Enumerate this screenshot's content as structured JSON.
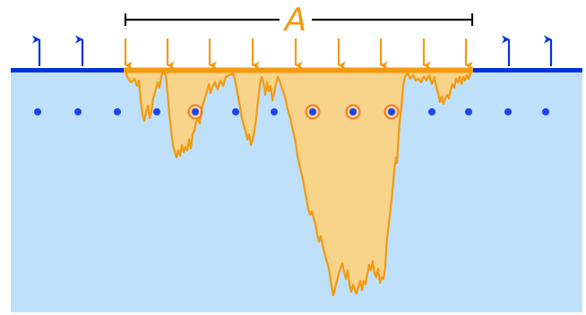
{
  "diagram": {
    "label": "A",
    "colors": {
      "background": "#ffffff",
      "medium": "#bfe0fb",
      "surface_line": "#0033dd",
      "intrusion_fill": "#f8d38a",
      "intrusion_edge": "#f29a10",
      "arrow_down": "#f29a10",
      "arrow_up": "#0033dd",
      "dot": "#1a44ee",
      "dot_ring": "#f07a30",
      "bracket": "#111111",
      "label": "#f29a10"
    },
    "arrows": {
      "up_count_left": 2,
      "down_count": 9,
      "up_count_right": 2
    },
    "dots": {
      "count": 14,
      "ringed_count": 4
    }
  }
}
